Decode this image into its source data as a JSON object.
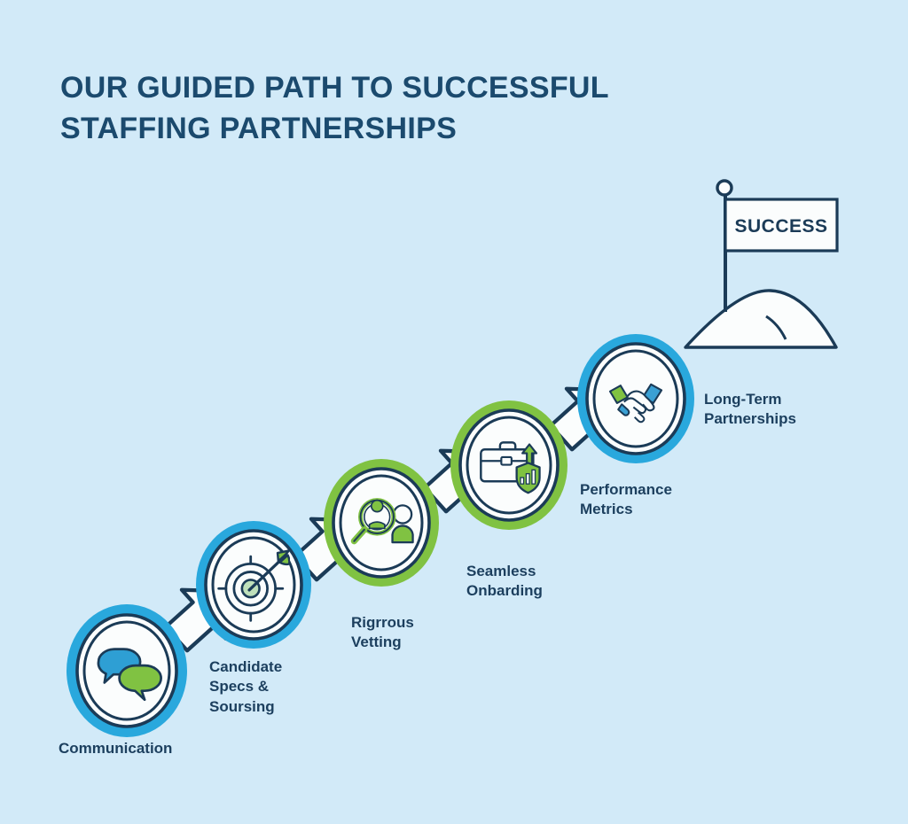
{
  "title": {
    "line1": "OUR GUIDED PATH TO SUCCESSFUL",
    "line2": "STAFFING PARTNERSHIPS"
  },
  "goal": {
    "flag_label": "SUCCESS",
    "icon": "flag-on-hill-icon"
  },
  "colors": {
    "background": "#d2eaf8",
    "title_navy": "#1b4a6e",
    "label_navy": "#1c3f5e",
    "ring_blue": "#29a8dd",
    "ring_green": "#80c242",
    "outline_navy": "#1b3b57",
    "icon_blue": "#2e9fd4",
    "icon_green": "#80c242",
    "circle_fill": "#fbfdfd"
  },
  "steps": [
    {
      "index": 1,
      "label": "Communication",
      "icon": "speech-bubbles-icon",
      "ring_color": "#29a8dd"
    },
    {
      "index": 2,
      "label": "Candidate\nSpecs &\nSoursing",
      "icon": "target-dart-icon",
      "ring_color": "#29a8dd"
    },
    {
      "index": 3,
      "label": "Rigrrous\nVetting",
      "icon": "magnifier-person-icon",
      "ring_color": "#80c242"
    },
    {
      "index": 4,
      "label": "Seamless\nOnbarding",
      "icon": "briefcase-growth-icon",
      "ring_color": "#80c242"
    },
    {
      "index": 5,
      "label": "Performance\nMetrics",
      "icon": "handshake-icon",
      "ring_color": "#29a8dd"
    },
    {
      "index": 6,
      "label": "Long-Term\nPartnerships",
      "icon": "handshake-icon",
      "ring_color": "#29a8dd"
    }
  ],
  "connectors": [
    {
      "from": 1,
      "to": 2,
      "icon": "arrow-up-right-icon"
    },
    {
      "from": 2,
      "to": 3,
      "icon": "arrow-up-right-icon"
    },
    {
      "from": 3,
      "to": 4,
      "icon": "arrow-up-right-icon"
    },
    {
      "from": 4,
      "to": 5,
      "icon": "arrow-up-right-icon"
    }
  ]
}
